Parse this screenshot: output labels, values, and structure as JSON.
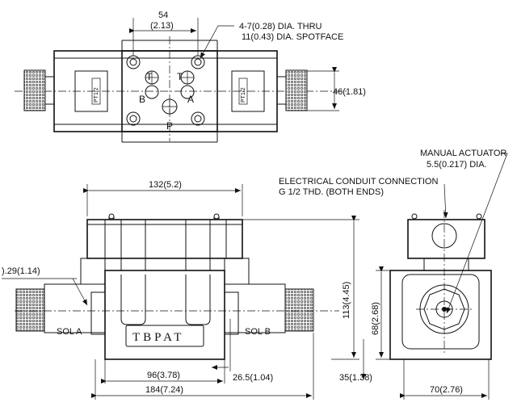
{
  "top_view": {
    "dim_port_spacing": "54",
    "dim_port_spacing_in": "(2.13)",
    "note_bolt_holes": "4-7(0.28) DIA. THRU",
    "note_spotface": "11(0.43) DIA. SPOTFACE",
    "dim_height": "46(1.81)",
    "port_t_left": "T",
    "port_t_right": "T",
    "port_b": "B",
    "port_a": "A",
    "port_p": "P",
    "coil_label_left": "PT1/2",
    "coil_label_right": "PT1/2"
  },
  "front_view": {
    "dim_width_top": "132(5.2)",
    "dim_height": "113(4.45)",
    "dim_left_offset": ").29(1.14)",
    "sol_a": "SOL  A",
    "sol_b": "SOL  B",
    "brand": "TBPAT",
    "dim_base": "96(3.78)",
    "dim_overall": "184(7.24)",
    "dim_offset_b": "26.5(1.04)",
    "dim_side_offset": "35(1.38)"
  },
  "side_view": {
    "note_manual": "MANUAL ACTUATOR",
    "note_manual_dia": "5.5(0.217)  DIA.",
    "note_conduit": "ELECTRICAL CONDUIT CONNECTION",
    "note_conduit_thd": "G 1/2 THD. (BOTH ENDS)",
    "dim_height": "68(2.68)",
    "dim_width": "70(2.76)"
  }
}
